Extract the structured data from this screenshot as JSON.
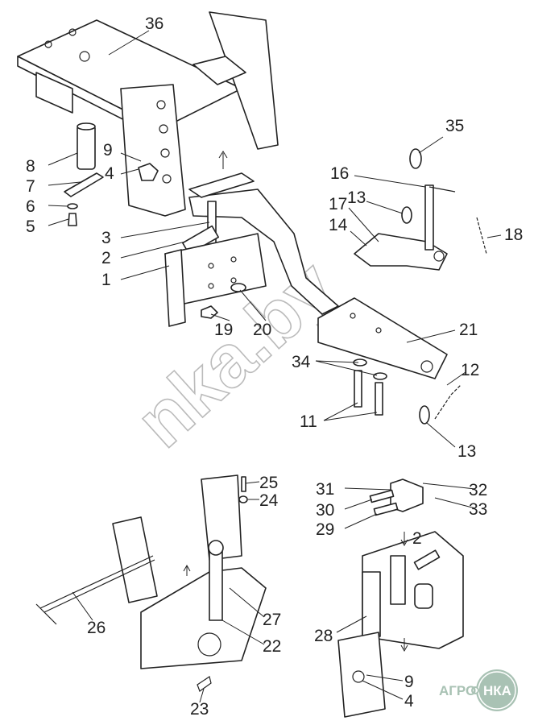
{
  "labels": {
    "l36": "36",
    "l35": "35",
    "l16": "16",
    "l13a": "13",
    "l17": "17",
    "l14": "14",
    "l18": "18",
    "l9a": "9",
    "l8": "8",
    "l7": "7",
    "l6": "6",
    "l4a": "4",
    "l5": "5",
    "l3": "3",
    "l2a": "2",
    "l1": "1",
    "l19": "19",
    "l20": "20",
    "l21": "21",
    "l34": "34",
    "l12": "12",
    "l11": "11",
    "l13b": "13",
    "l25": "25",
    "l24": "24",
    "l31": "31",
    "l30": "30",
    "l29": "29",
    "l32": "32",
    "l33": "33",
    "l2b": "2",
    "l27": "27",
    "l26": "26",
    "l28": "28",
    "l22": "22",
    "l9b": "9",
    "l4b": "4",
    "l23": "23"
  },
  "watermark": "nka.by",
  "logo": {
    "left": "АГРО",
    "right": "НКА",
    "color": "#a9c2b4"
  }
}
